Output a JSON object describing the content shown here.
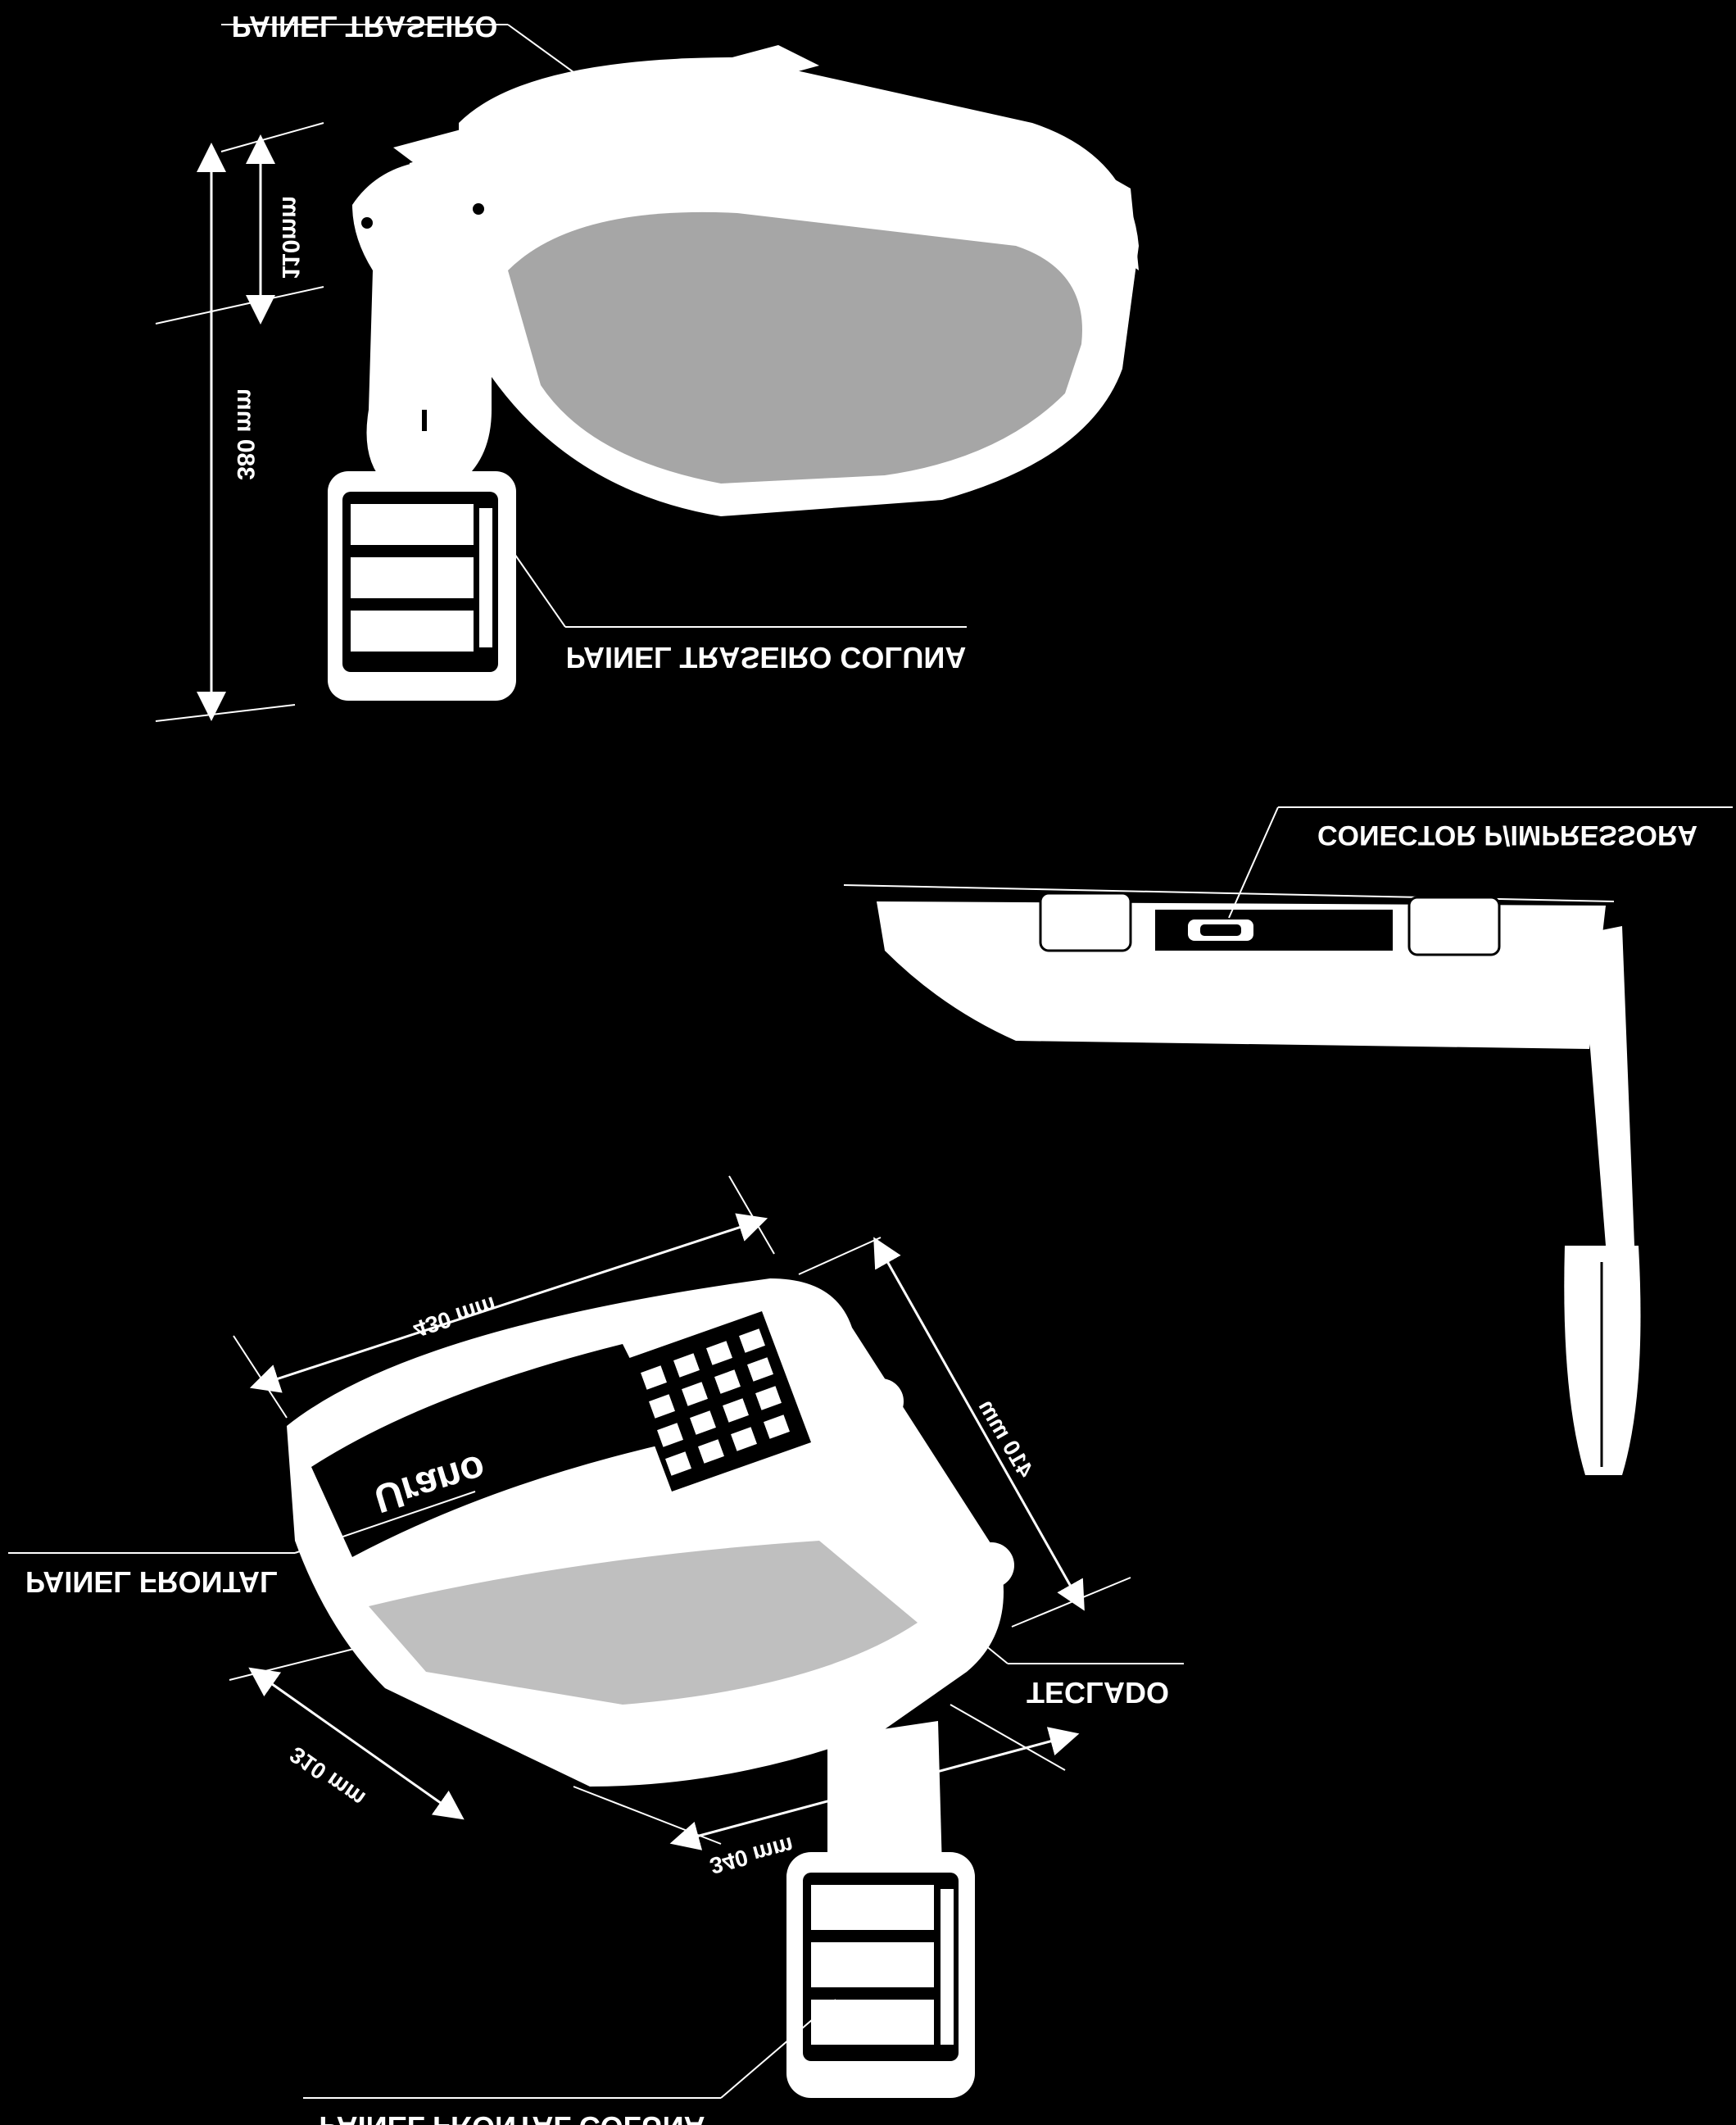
{
  "labels": {
    "rear_panel": "PAINEL TRASEIRO",
    "rear_column_panel": "PAINEL TRASEIRO COLUNA",
    "printer_connector": "CONECTOR P/IMPRESSORA",
    "front_panel": "PAINEL FRONTAL",
    "keyboard": "TECLADO",
    "front_column_panel": "PAINEL FRONTAL COLUNA"
  },
  "dimensions": {
    "rear_height_small": "110mm",
    "rear_height_tall": "380 mm",
    "width_top": "430 mm",
    "depth_right": "410 mm",
    "width_bottom_left": "310 mm",
    "width_bottom_mid": "340 mm"
  },
  "brand": "Urano",
  "colors": {
    "background": "#000000",
    "foreground": "#ffffff"
  },
  "notes": {
    "orientation": "image is mirrored and rotated 180 degrees"
  }
}
